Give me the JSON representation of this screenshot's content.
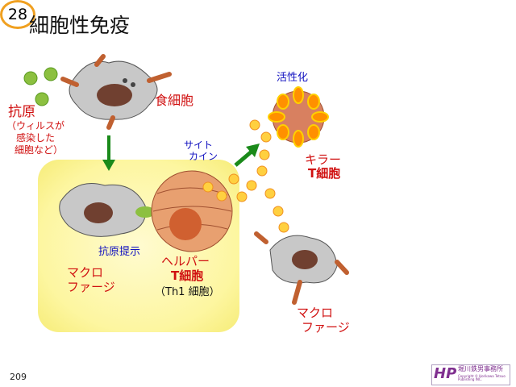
{
  "title": "細胞性免疫",
  "page_badge": "28",
  "slide_number": "209",
  "labels": {
    "antigen": "抗原",
    "antigen_note": [
      "（ウィルスが",
      "感染した",
      "細胞など）"
    ],
    "phagocyte": "食細胞",
    "cytokine": [
      "サイト",
      "カイン"
    ],
    "activation": "活性化",
    "killer_t": [
      "キラー",
      "T細胞"
    ],
    "antigen_presentation": "抗原提示",
    "macrophage_left": [
      "マクロ",
      "ファージ"
    ],
    "helper_t": [
      "ヘルパー",
      "T細胞"
    ],
    "th1": "（Th1 細胞）",
    "macrophage_right": [
      "マクロ",
      "ファージ"
    ]
  },
  "logo": {
    "name": "堀川鉄男事務所",
    "copyright": "Copyright © Horikawa Tetsuo Publishing INC.",
    "mark": "HP"
  },
  "colors": {
    "red": "#d01010",
    "blue": "#1010c0",
    "arrow": "#1a8a1a",
    "badge": "#f0a020"
  }
}
